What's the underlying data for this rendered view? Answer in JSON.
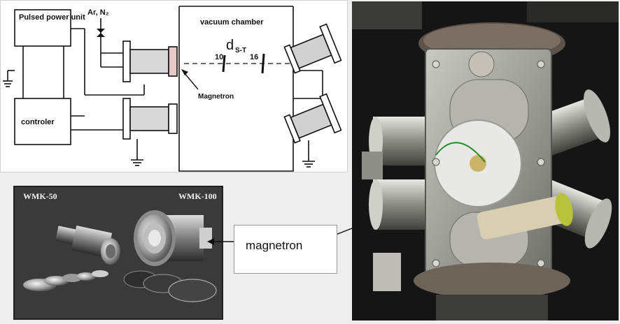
{
  "schematic": {
    "pulsed_power_unit": "Pulsed power unit",
    "controller": "controler",
    "gas_label": "Ar, N₂",
    "vacuum_chamber": "vacuum chamber",
    "distance_symbol": "d",
    "distance_subscript": "S-T",
    "distance_min": "10",
    "distance_max": "16",
    "magnetron_label": "Magnetron"
  },
  "product_photo": {
    "left_model": "WMK-50",
    "right_model": "WMK-100"
  },
  "callout": {
    "label": "magnetron"
  }
}
